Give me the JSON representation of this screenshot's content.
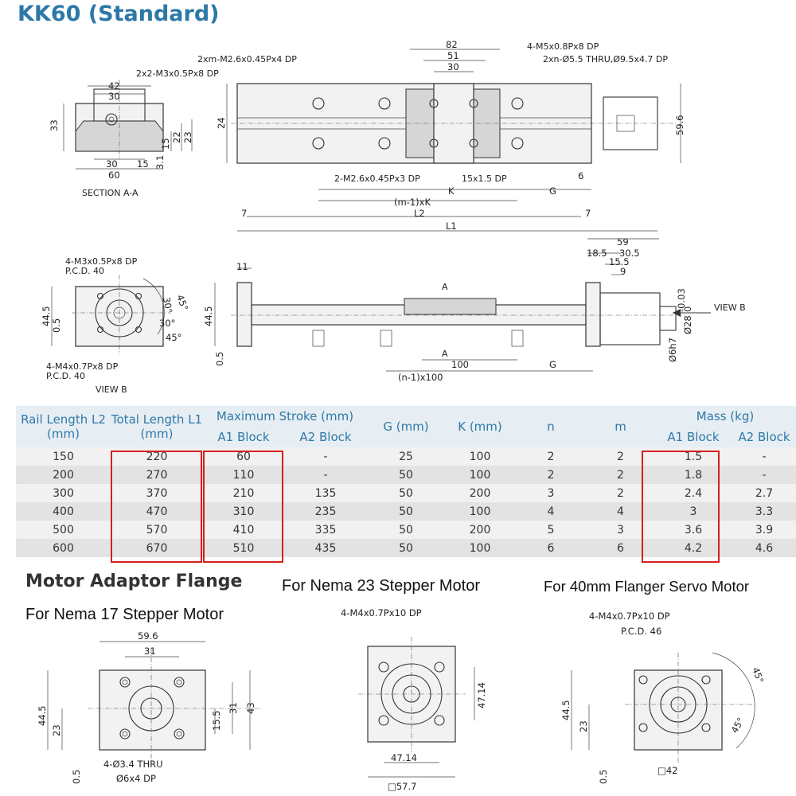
{
  "title": "KK60 (Standard)",
  "top_labels": {
    "hole_m26": "2xm-M2.6x0.45Px4 DP",
    "hole_m3": "2x2-M3x0.5Px8 DP",
    "hole_m5": "4-M5x0.8Px8 DP",
    "hole_thru": "2xn-Ø5.5 THRU,Ø9.5x4.7 DP",
    "hole_m26b": "2-M2.6x0.45Px3 DP",
    "slot": "15x1.5 DP",
    "section": "SECTION A-A",
    "pcd_top": "4-M3x0.5Px8 DP",
    "pcd_top2": "P.C.D. 40",
    "pcd_bot": "4-M4x0.7Px8 DP",
    "pcd_bot2": "P.C.D. 40",
    "viewb": "VIEW B",
    "viewb_arrow": "VIEW B",
    "a_upper": "A",
    "a_lower": "A"
  },
  "top_dims": {
    "d82": "82",
    "d51": "51",
    "d30": "30",
    "d24": "24",
    "d596": "59.6",
    "mk": "(m-1)xK",
    "k": "K",
    "g": "G",
    "l2": "L2",
    "l1": "L1",
    "d7a": "7",
    "d7b": "7",
    "d6": "6",
    "s42": "42",
    "s30": "30",
    "s33": "33",
    "s15a": "15",
    "s22": "22",
    "s23": "23",
    "s30b": "30",
    "s15b": "15",
    "s31": "3.1",
    "s60": "60",
    "d59": "59",
    "d185": "18.5",
    "d305": "30.5",
    "d155": "15.5",
    "d9": "9",
    "d11": "11",
    "d445": "44.5",
    "d05": "0.5",
    "d28": "Ø28",
    "d28tol": "-0.03",
    "d28tol2": "0",
    "d6h7": "Ø6h7",
    "nx100": "(n-1)x100",
    "d100": "100",
    "g2": "G",
    "vb445": "44.5",
    "vb05": "0.5",
    "ang45a": "45°",
    "ang30a": "30°",
    "ang30b": "30°",
    "ang45b": "45°"
  },
  "table": {
    "headers": {
      "rail": "Rail Length L2 (mm)",
      "total": "Total Length L1 (mm)",
      "stroke": "Maximum  Stroke (mm)",
      "a1": "A1 Block",
      "a2": "A2 Block",
      "g": "G (mm)",
      "k": "K (mm)",
      "n": "n",
      "m": "m",
      "mass": "Mass (kg)",
      "ma1": "A1 Block",
      "ma2": "A2 Block"
    },
    "rows": [
      [
        "150",
        "220",
        "60",
        "-",
        "25",
        "100",
        "2",
        "2",
        "1.5",
        "-"
      ],
      [
        "200",
        "270",
        "110",
        "-",
        "50",
        "100",
        "2",
        "2",
        "1.8",
        "-"
      ],
      [
        "300",
        "370",
        "210",
        "135",
        "50",
        "200",
        "3",
        "2",
        "2.4",
        "2.7"
      ],
      [
        "400",
        "470",
        "310",
        "235",
        "50",
        "100",
        "4",
        "4",
        "3",
        "3.3"
      ],
      [
        "500",
        "570",
        "410",
        "335",
        "50",
        "200",
        "5",
        "3",
        "3.6",
        "3.9"
      ],
      [
        "600",
        "670",
        "510",
        "435",
        "50",
        "100",
        "6",
        "6",
        "4.2",
        "4.6"
      ]
    ]
  },
  "flange": {
    "heading": "Motor Adaptor Flange",
    "nema23": "For Nema 23 Stepper Motor",
    "servo": "For 40mm Flanger Servo Motor",
    "nema17": "For Nema 17 Stepper Motor",
    "n17": {
      "w": "59.6",
      "c": "31",
      "h": "44.5",
      "h23": "23",
      "h05": "0.5",
      "r155": "15.5",
      "r31": "31",
      "r43": "43",
      "holes": "4-Ø3.4 THRU",
      "holes2": "Ø6x4 DP"
    },
    "n23": {
      "holes": "4-M4x0.7Px10 DP",
      "d4714a": "47.14",
      "d4714b": "47.14",
      "sq": "□57.7"
    },
    "sv": {
      "holes": "4-M4x0.7Px10 DP",
      "pcd": "P.C.D. 46",
      "h445": "44.5",
      "h23": "23",
      "h05": "0.5",
      "sq": "□42",
      "a45a": "45°",
      "a45b": "45°"
    }
  },
  "colors": {
    "title": "#2e78a8",
    "header_bg": "#e6eef3",
    "highlight": "#d42020"
  }
}
